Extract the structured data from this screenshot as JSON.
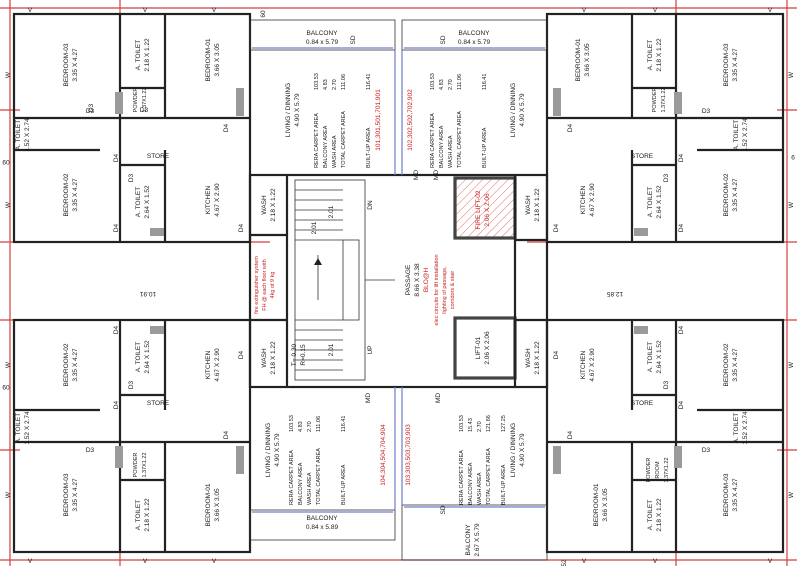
{
  "labels": {
    "balcony": "BALCONY",
    "balcony_size": "0.84 x 5.79",
    "balcony_size_bl": "0.84 x 5.89",
    "balcony_b": "BALCONY",
    "balcony_b_size": "2.67 X 5.79",
    "bedroom03": "BEDROOM-03",
    "bedroom03_size": "3.35 X 4.27",
    "bedroom01": "BEDROOM-01",
    "bedroom01_size": "3.66 X 3.05",
    "bedroom02": "BEDROOM-02",
    "bedroom02_size": "3.35 X 4.27",
    "atoilet": "A. TOILET",
    "atoilet_218": "2.18 X 1.22",
    "atoilet_152": "1.52 X 2.74",
    "atoilet_264": "2.64 X 1.52",
    "powder": "POWDER",
    "room": "ROOM",
    "powder_size": "1.37X1.22",
    "living": "LIVING / DINNING",
    "living_size": "4.90 X 5.79",
    "kitchen": "KITCHEN",
    "kitchen_size": "4.67 X 2.90",
    "wash": "WASH",
    "wash_size": "2.18 X 1.22",
    "store": "STORE",
    "passage": "PASSAGE",
    "passage_size": "8.66 X 3.38",
    "blo": "BLO@H",
    "lift": "LIFT-01",
    "fire_lift": "FIRE LIFT-02",
    "lift_size": "2.06 X 2.06",
    "dn": "DN",
    "up": "UP",
    "md": "MD",
    "sd": "SD",
    "d3": "D3",
    "d4": "D4",
    "w": "W",
    "v": "V",
    "t030": "T= 0.30",
    "r015": "R=0.15",
    "d201": "2.01",
    "n60": "60",
    "n52": "52",
    "dim_left": "10.91",
    "dim_right": "12.85",
    "dim_09": "09",
    "dim_9": "9",
    "area_labels": [
      "RERA CARPET AREA",
      "BALCONY AREA",
      "WASH AREA",
      "TOTAL CARPET AREA",
      "BUILT-UP AREA"
    ],
    "area_tl": [
      "103.53",
      "4.83",
      "2.70",
      "111.06",
      "116.41"
    ],
    "area_tr": [
      "103.53",
      "4.83",
      "2.70",
      "111.06",
      "116.41"
    ],
    "area_bl": [
      "103.53",
      "4.83",
      "2.70",
      "111.06",
      "116.41"
    ],
    "area_br": [
      "103.53",
      "15.43",
      "2.70",
      "121.66",
      "127.25"
    ],
    "flat_tl": "101,301,501,701,901",
    "flat_tr": "102,302,502,702,902",
    "flat_bl": "104,304,504,704,904",
    "flat_br": "103,303,503,703,903",
    "fire_note_1": "fire extinguisher system",
    "fire_note_2": "FH @ each floor with",
    "fire_note_3": "4kg of 9 kg",
    "elec_note_1": "elec circuits for lift installation",
    "elec_note_2": "lighting of passage,",
    "elec_note_3": "corridors & stair"
  },
  "colors": {
    "wall": "#222222",
    "red_line": "#d24040",
    "blue_line": "#6f7fc9",
    "text": "#1a1a1a",
    "red_text": "#c81e1e",
    "hatch": "#c03030"
  }
}
